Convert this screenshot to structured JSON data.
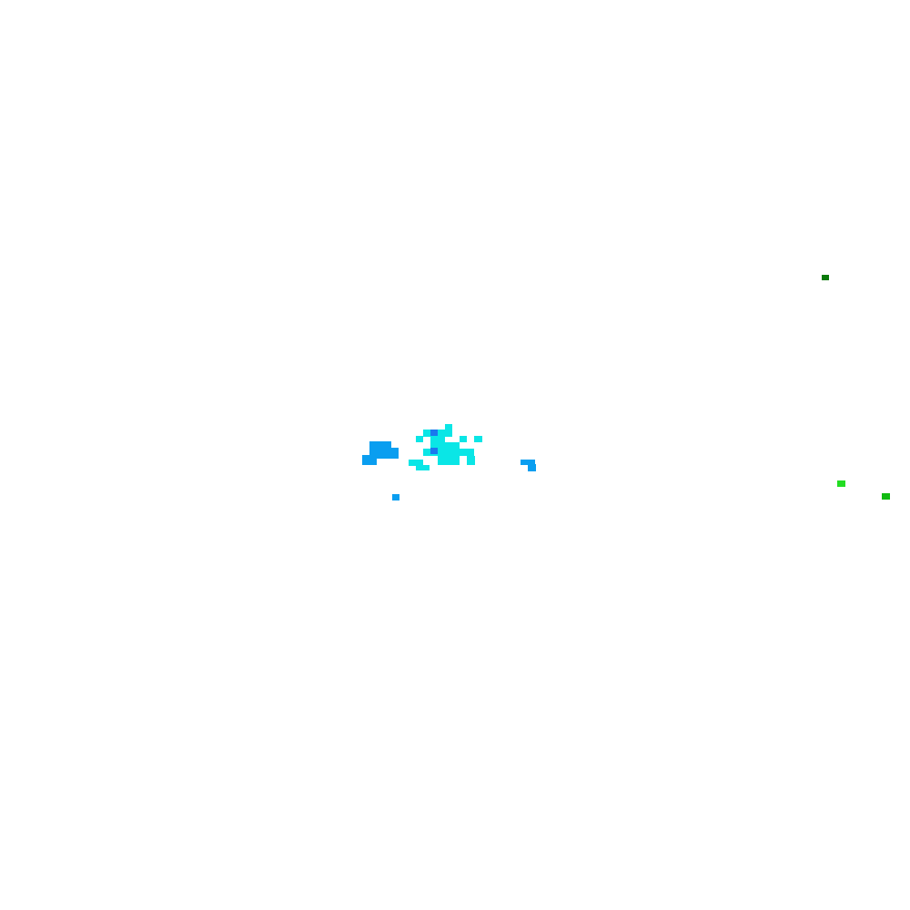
{
  "scene": {
    "background": "#ffffff",
    "palette": {
      "cyan": "#0ae6e6",
      "sky_blue": "#0a9ef0",
      "mid_blue": "#1a78ee",
      "bright_green": "#22dd22",
      "green": "#11bb11",
      "dark_green": "#0a7a0a"
    },
    "clusters": [
      {
        "name": "cyan-cluster",
        "color_key": "cyan"
      },
      {
        "name": "blue-cluster",
        "color_key": "sky_blue"
      },
      {
        "name": "green-specks",
        "color_key": "green"
      }
    ]
  }
}
